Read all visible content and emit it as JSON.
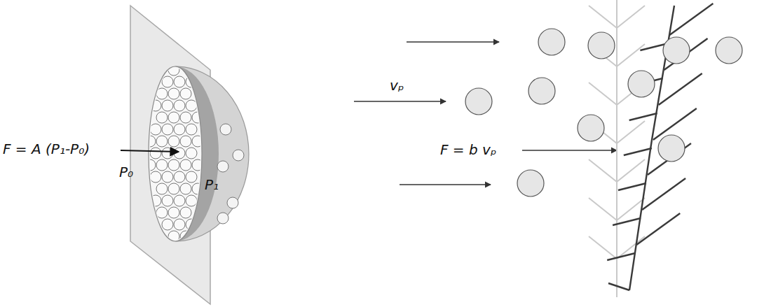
{
  "diagram": {
    "labels": [
      "F = A (P₁-P₀)",
      "P₀",
      "P₁",
      "vₚ",
      "F = b vₚ"
    ]
  }
}
